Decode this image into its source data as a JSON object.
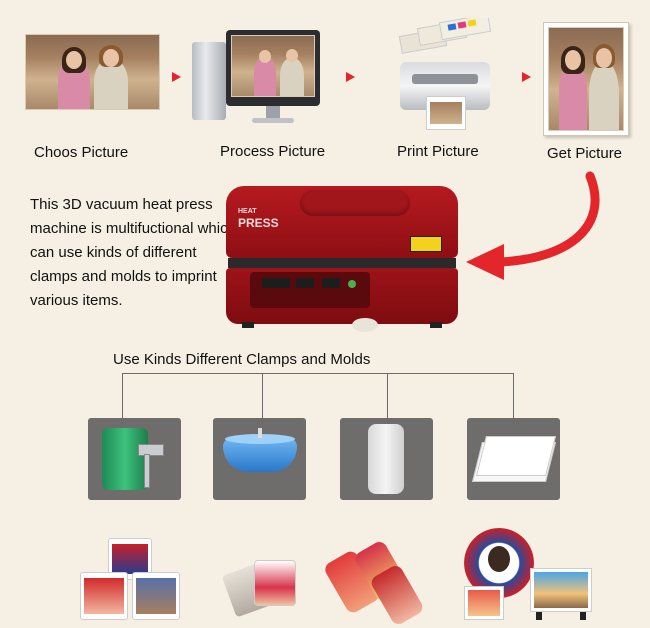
{
  "steps": [
    {
      "label": "Choos Picture",
      "icon": "couple-photo"
    },
    {
      "label": "Process Picture",
      "icon": "computer-monitor"
    },
    {
      "label": "Print Picture",
      "icon": "printer"
    },
    {
      "label": "Get Picture",
      "icon": "printed-photo"
    }
  ],
  "machine": {
    "description": "This 3D vacuum heat press machine is multifuctional which can use kinds of different clamps and molds to imprint various items.",
    "brand_small": "HEAT",
    "brand_big": "PRESS",
    "color": "#a3141a"
  },
  "clamps": {
    "title": "Use Kinds Different Clamps and Molds",
    "items": [
      {
        "icon": "mug-clamp"
      },
      {
        "icon": "plate-mold"
      },
      {
        "icon": "phone-case-mold"
      },
      {
        "icon": "flat-plate-mold"
      }
    ]
  },
  "products": [
    {
      "icon": "printed-mugs"
    },
    {
      "icon": "printed-cups"
    },
    {
      "icon": "printed-phone-cases"
    },
    {
      "icon": "printed-plates"
    }
  ],
  "accent_color": "#e3262a"
}
